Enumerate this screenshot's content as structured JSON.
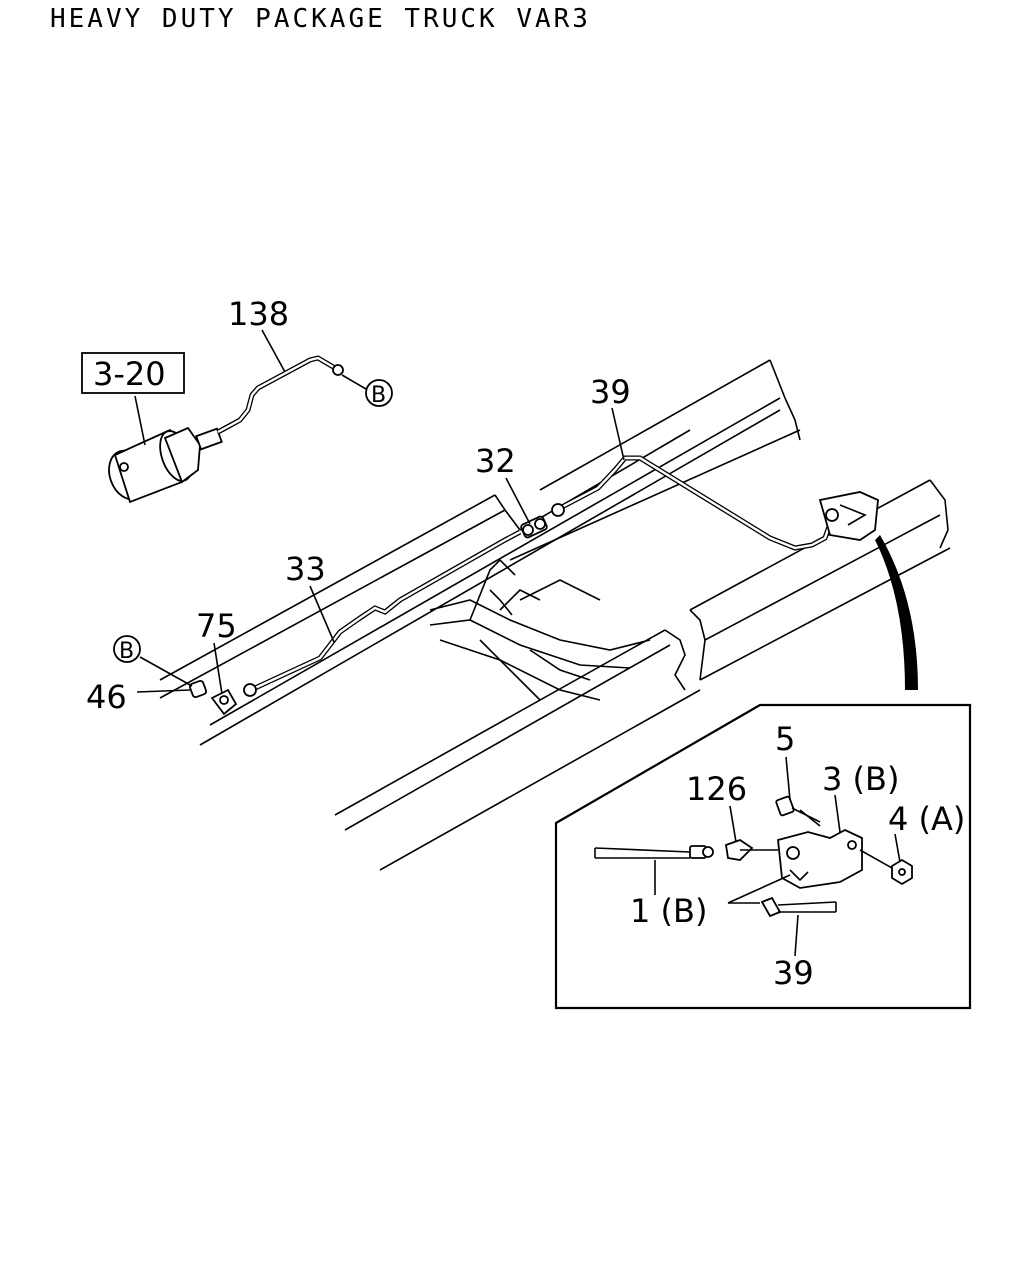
{
  "title": "HEAVY DUTY PACKAGE TRUCK VAR3",
  "callouts": {
    "ref_box": "3-20",
    "c138": "138",
    "c39": "39",
    "c32": "32",
    "c33": "33",
    "c75": "75",
    "c46": "46",
    "circle_b_top": "B",
    "circle_b_left": "B"
  },
  "detail_callouts": {
    "c5": "5",
    "c126": "126",
    "c3b": "3 (B)",
    "c4a": "4 (A)",
    "c1b": "1 (B)",
    "c39": "39"
  }
}
